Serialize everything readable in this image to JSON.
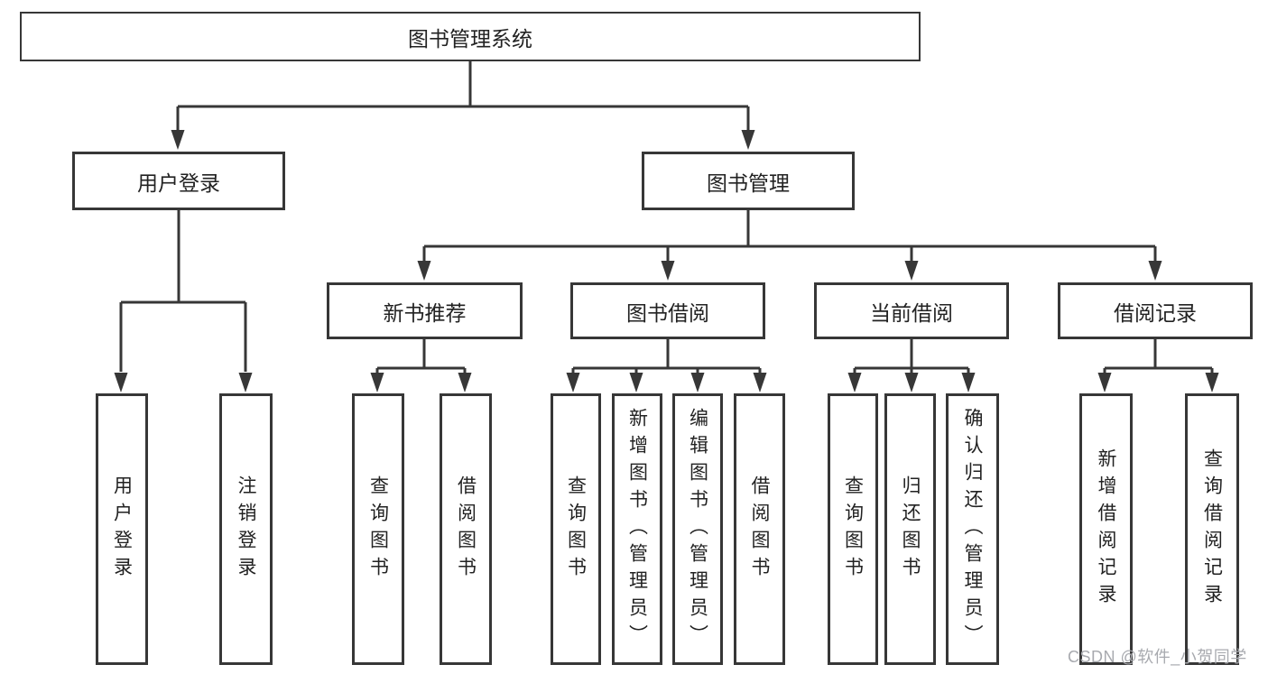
{
  "diagram": {
    "root": {
      "label": "图书管理系统",
      "children": [
        {
          "label": "用户登录",
          "children": [
            {
              "label": "用户登录"
            },
            {
              "label": "注销登录"
            }
          ]
        },
        {
          "label": "图书管理",
          "children": [
            {
              "label": "新书推荐",
              "children": [
                {
                  "label": "查询图书"
                },
                {
                  "label": "借阅图书"
                }
              ]
            },
            {
              "label": "图书借阅",
              "children": [
                {
                  "label": "查询图书"
                },
                {
                  "label": "新增图书（管理员）"
                },
                {
                  "label": "编辑图书（管理员）"
                },
                {
                  "label": "借阅图书"
                }
              ]
            },
            {
              "label": "当前借阅",
              "children": [
                {
                  "label": "查询图书"
                },
                {
                  "label": "归还图书"
                },
                {
                  "label": "确认归还（管理员）"
                }
              ]
            },
            {
              "label": "借阅记录",
              "children": [
                {
                  "label": "新增借阅记录"
                },
                {
                  "label": "查询借阅记录"
                }
              ]
            }
          ]
        }
      ]
    }
  },
  "watermark": {
    "text": "CSDN @软件_小贺同学"
  },
  "colors": {
    "line": "#373737",
    "text": "#222222",
    "background": "#ffffff",
    "watermark": "#a8aaaf"
  }
}
